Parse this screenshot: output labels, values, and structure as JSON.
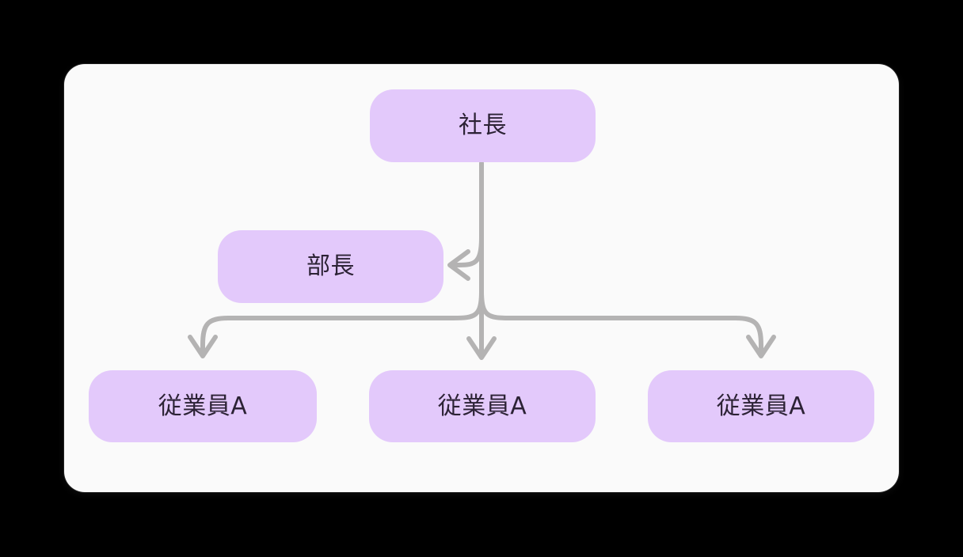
{
  "diagram": {
    "type": "org-chart",
    "background_color": "#000000",
    "card_color": "#FAFAFA",
    "node_fill": "#E3C9FB",
    "node_text_color": "#2C2235",
    "connector_color": "#B4B3B3",
    "nodes": [
      {
        "id": "ceo",
        "label": "社長",
        "level": 0
      },
      {
        "id": "manager",
        "label": "部長",
        "level": 1
      },
      {
        "id": "emp1",
        "label": "従業員A",
        "level": 2
      },
      {
        "id": "emp2",
        "label": "従業員A",
        "level": 2
      },
      {
        "id": "emp3",
        "label": "従業員A",
        "level": 2
      }
    ],
    "edges": [
      {
        "from": "ceo",
        "to": "manager",
        "arrow": "left"
      },
      {
        "from": "ceo",
        "to": "emp1",
        "arrow": "down"
      },
      {
        "from": "ceo",
        "to": "emp2",
        "arrow": "down"
      },
      {
        "from": "ceo",
        "to": "emp3",
        "arrow": "down"
      }
    ]
  }
}
